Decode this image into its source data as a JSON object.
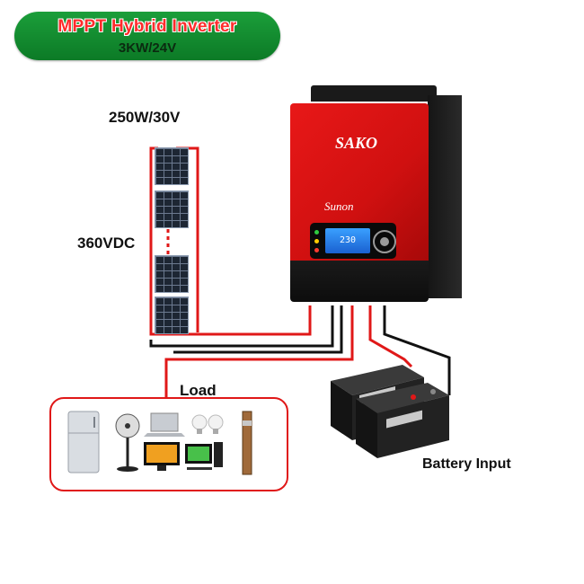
{
  "banner": {
    "title": "MPPT Hybrid Inverter",
    "subtitle": "3KW/24V"
  },
  "labels": {
    "panel_rating": "250W/30V",
    "string_voltage": "360VDC",
    "load": "Load",
    "battery": "Battery Input"
  },
  "inverter": {
    "brand": "SAKO",
    "sub_brand": "Sunon",
    "lcd_text": "230"
  },
  "colors": {
    "banner_green": "#12892f",
    "banner_title": "#ff2b2b",
    "wire_red": "#e01818",
    "wire_black": "#111111",
    "inverter_red": "#d81212",
    "lcd_blue": "#2a7fe8"
  },
  "icons": [
    "solar-panel-icon",
    "inverter-icon",
    "battery-icon",
    "refrigerator-icon",
    "fan-icon",
    "laptop-icon",
    "light-bulb-icon",
    "tv-icon",
    "desktop-pc-icon",
    "water-pump-icon"
  ]
}
